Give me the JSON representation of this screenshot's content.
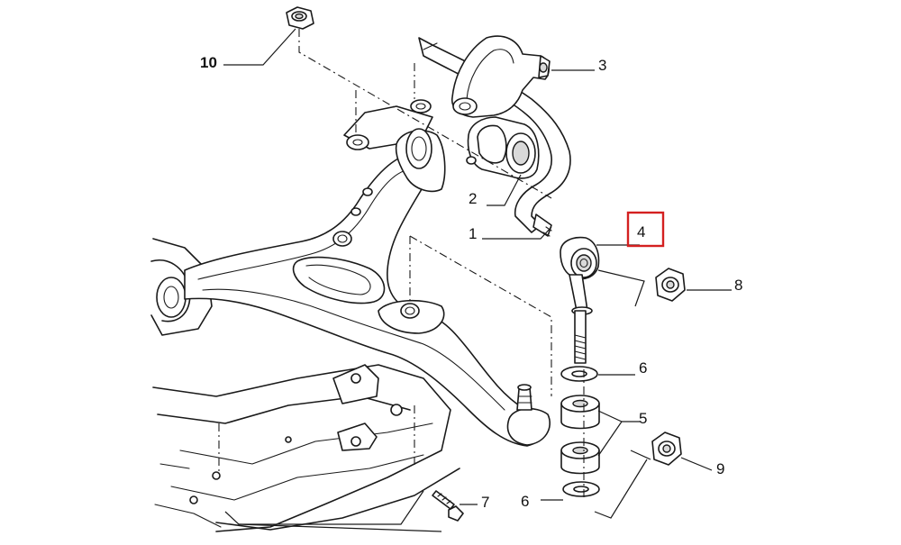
{
  "callouts": {
    "c1": "1",
    "c2": "2",
    "c3": "3",
    "c4": "4",
    "c5": "5",
    "c6a": "6",
    "c6b": "6",
    "c7": "7",
    "c8": "8",
    "c9": "9",
    "c10": "10"
  },
  "highlight": {
    "part": "4",
    "color": "#d42020"
  }
}
